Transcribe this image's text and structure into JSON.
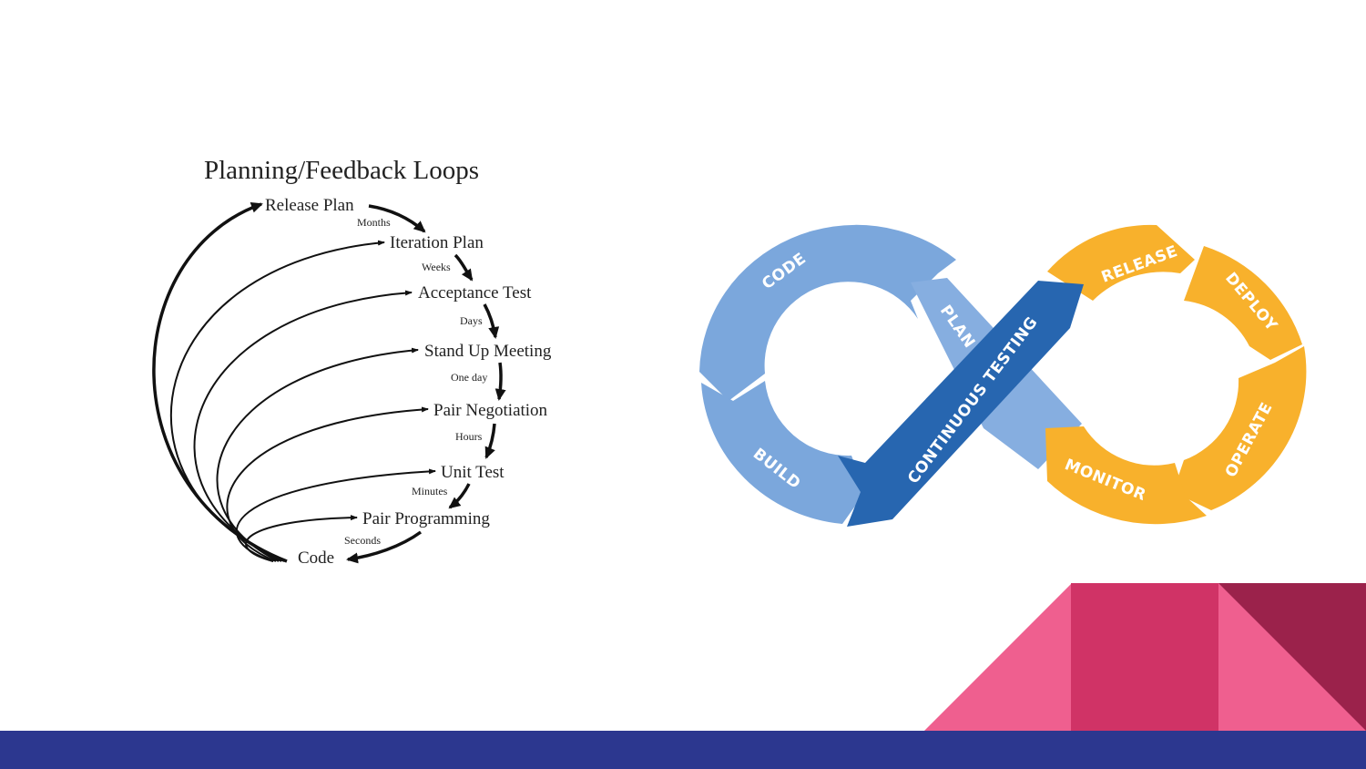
{
  "planning": {
    "title": "Planning/Feedback Loops",
    "nodes": [
      "Release Plan",
      "Iteration Plan",
      "Acceptance Test",
      "Stand Up Meeting",
      "Pair Negotiation",
      "Unit Test",
      "Pair Programming",
      "Code"
    ],
    "durations": [
      "Months",
      "Weeks",
      "Days",
      "One day",
      "Hours",
      "Minutes",
      "Seconds"
    ]
  },
  "devops": {
    "stages": {
      "code": "CODE",
      "build": "BUILD",
      "plan": "PLAN",
      "testing": "CONTINUOUS TESTING",
      "release": "RELEASE",
      "deploy": "DEPLOY",
      "operate": "OPERATE",
      "monitor": "MONITOR"
    },
    "colors": {
      "dev": "#7ba7dc",
      "test": "#2766b0",
      "ops": "#f8b12c"
    }
  },
  "decor": {
    "colors": [
      "#ef5f8f",
      "#d03366",
      "#9b224b",
      "#2c378f"
    ]
  }
}
